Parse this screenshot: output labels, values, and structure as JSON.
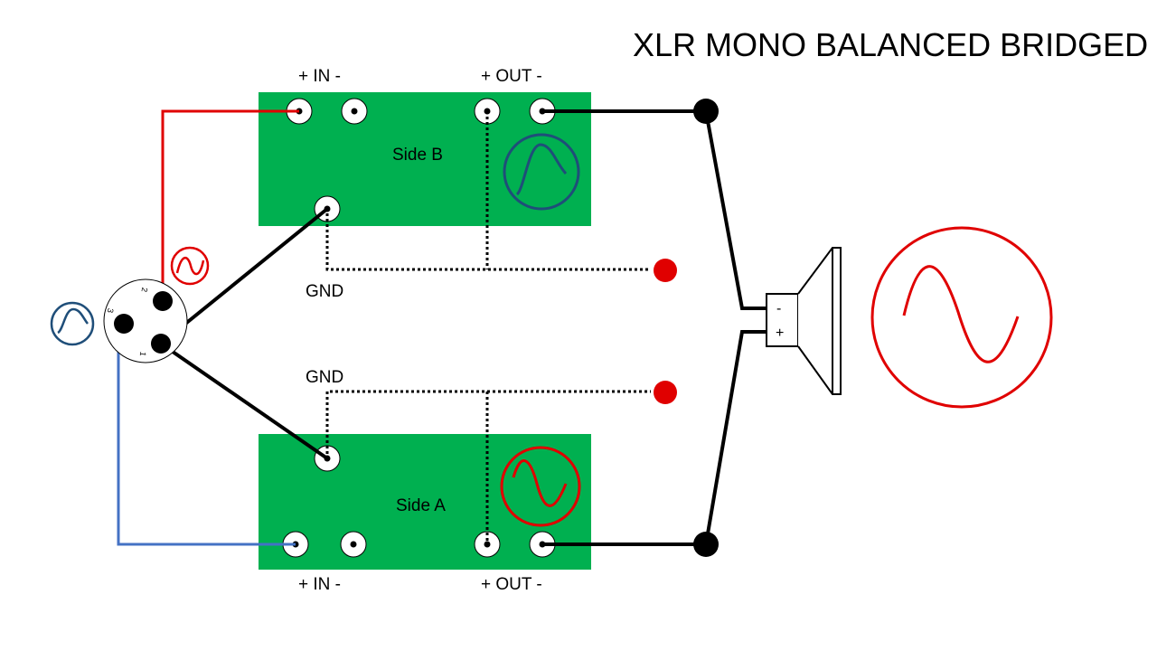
{
  "title": "XLR MONO BALANCED BRIDGED",
  "amp_b": {
    "name": "Side B",
    "in_label": "+ IN -",
    "out_label": "+ OUT -"
  },
  "amp_a": {
    "name": "Side A",
    "in_label": "+ IN -",
    "out_label": "+ OUT -"
  },
  "ground_labels": [
    "GND",
    "GND"
  ],
  "xlr": {
    "pins": [
      "1",
      "2",
      "3"
    ]
  },
  "speaker": {
    "minus": "-",
    "plus": "+"
  },
  "colors": {
    "board": "#00b050",
    "hot_wire": "#e00000",
    "cold_wire": "#4472c4",
    "wire": "#000000",
    "wave_red": "#e00000",
    "wave_blue": "#1f4e79"
  },
  "icons": [
    "sine-wave-icon",
    "xlr-connector-icon",
    "speaker-icon"
  ]
}
